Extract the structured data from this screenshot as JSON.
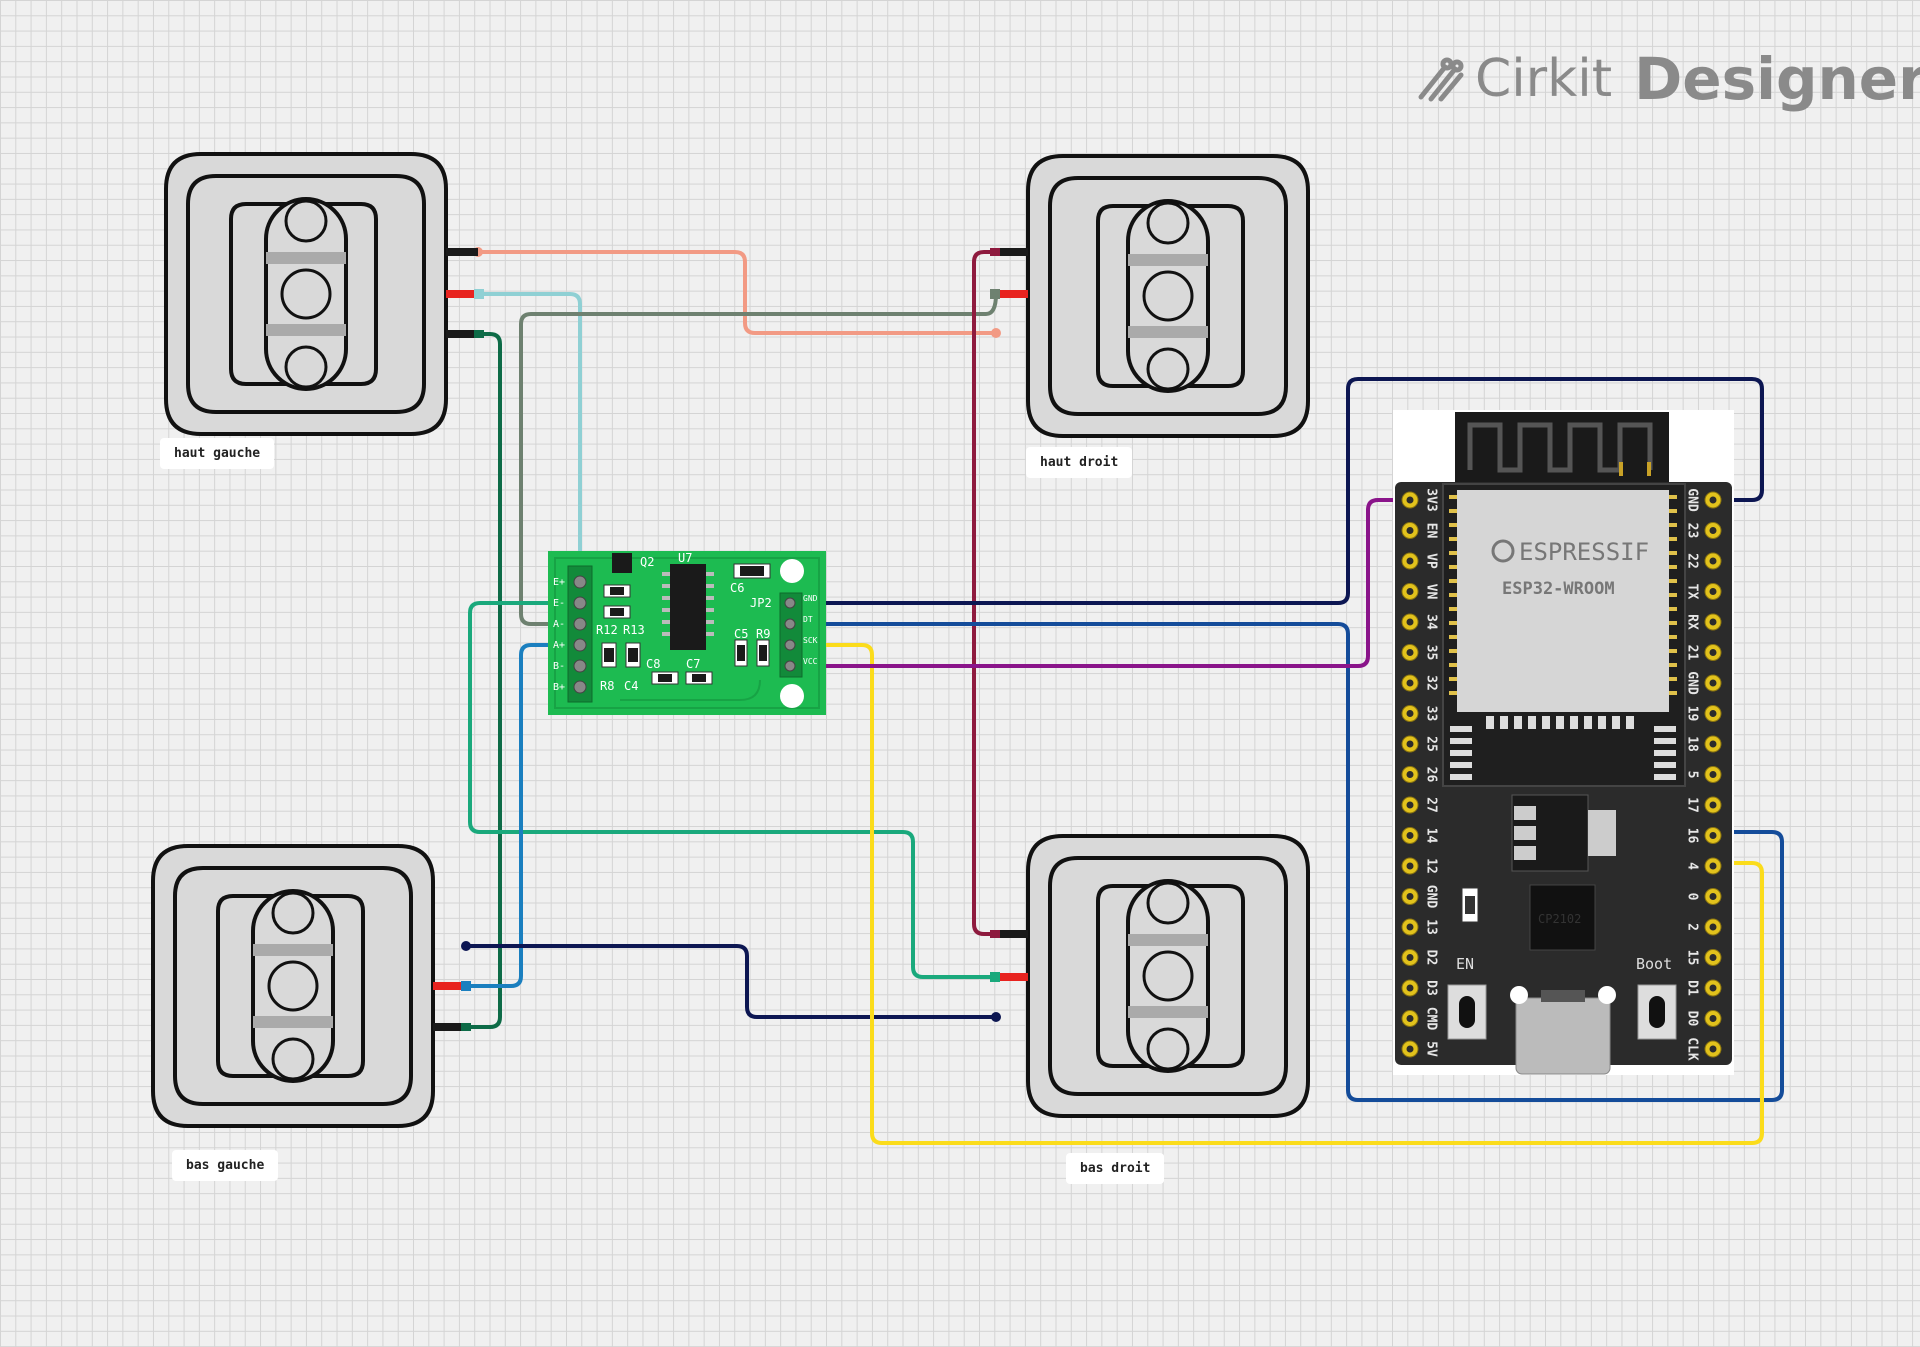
{
  "brand": {
    "name_light": "Cirkit",
    "name_bold": "Designer",
    "icon": "cirkit-logo-icon"
  },
  "load_cells": [
    {
      "id": "lc-top-left",
      "label": "haut gauche"
    },
    {
      "id": "lc-top-right",
      "label": "haut droit"
    },
    {
      "id": "lc-bottom-left",
      "label": "bas gauche"
    },
    {
      "id": "lc-bottom-right",
      "label": "bas droit"
    }
  ],
  "hx711": {
    "left_pins": [
      "E+",
      "E-",
      "A-",
      "A+",
      "B-",
      "B+"
    ],
    "right_pins": [
      "GND",
      "DT",
      "SCK",
      "VCC"
    ],
    "labels": {
      "q2": "Q2",
      "u7": "U7",
      "c6": "C6",
      "jp2": "JP2",
      "r12": "R12",
      "r13": "R13",
      "c8": "C8",
      "c7": "C7",
      "c5": "C5",
      "r9": "R9",
      "r8": "R8",
      "c4": "C4"
    }
  },
  "esp32": {
    "brand": "ESPRESSIF",
    "module": "ESP32-WROOM",
    "chip": "CP2102",
    "btn_en": "EN",
    "btn_boot": "Boot",
    "left_pins": [
      "3V3",
      "EN",
      "VP",
      "VN",
      "34",
      "35",
      "32",
      "33",
      "25",
      "26",
      "27",
      "14",
      "12",
      "GND",
      "13",
      "D2",
      "D3",
      "CMD",
      "5V"
    ],
    "right_pins": [
      "GND",
      "23",
      "22",
      "TX",
      "RX",
      "21",
      "GND",
      "19",
      "18",
      "5",
      "17",
      "16",
      "4",
      "0",
      "2",
      "15",
      "D1",
      "D0",
      "CLK"
    ]
  },
  "wire_colors": {
    "red": "#e8231f",
    "black": "#1a1a1a",
    "salmon": "#f29a84",
    "lightblue": "#8fd0d4",
    "gray": "#6e8170",
    "darkgreen": "#0d6b47",
    "maroon": "#8e1a3e",
    "teal": "#1aa97c",
    "blue": "#1a7fbf",
    "navy": "#0c1652",
    "yellow": "#fbdc1b",
    "purple": "#8a148a",
    "royal": "#144c9a"
  }
}
